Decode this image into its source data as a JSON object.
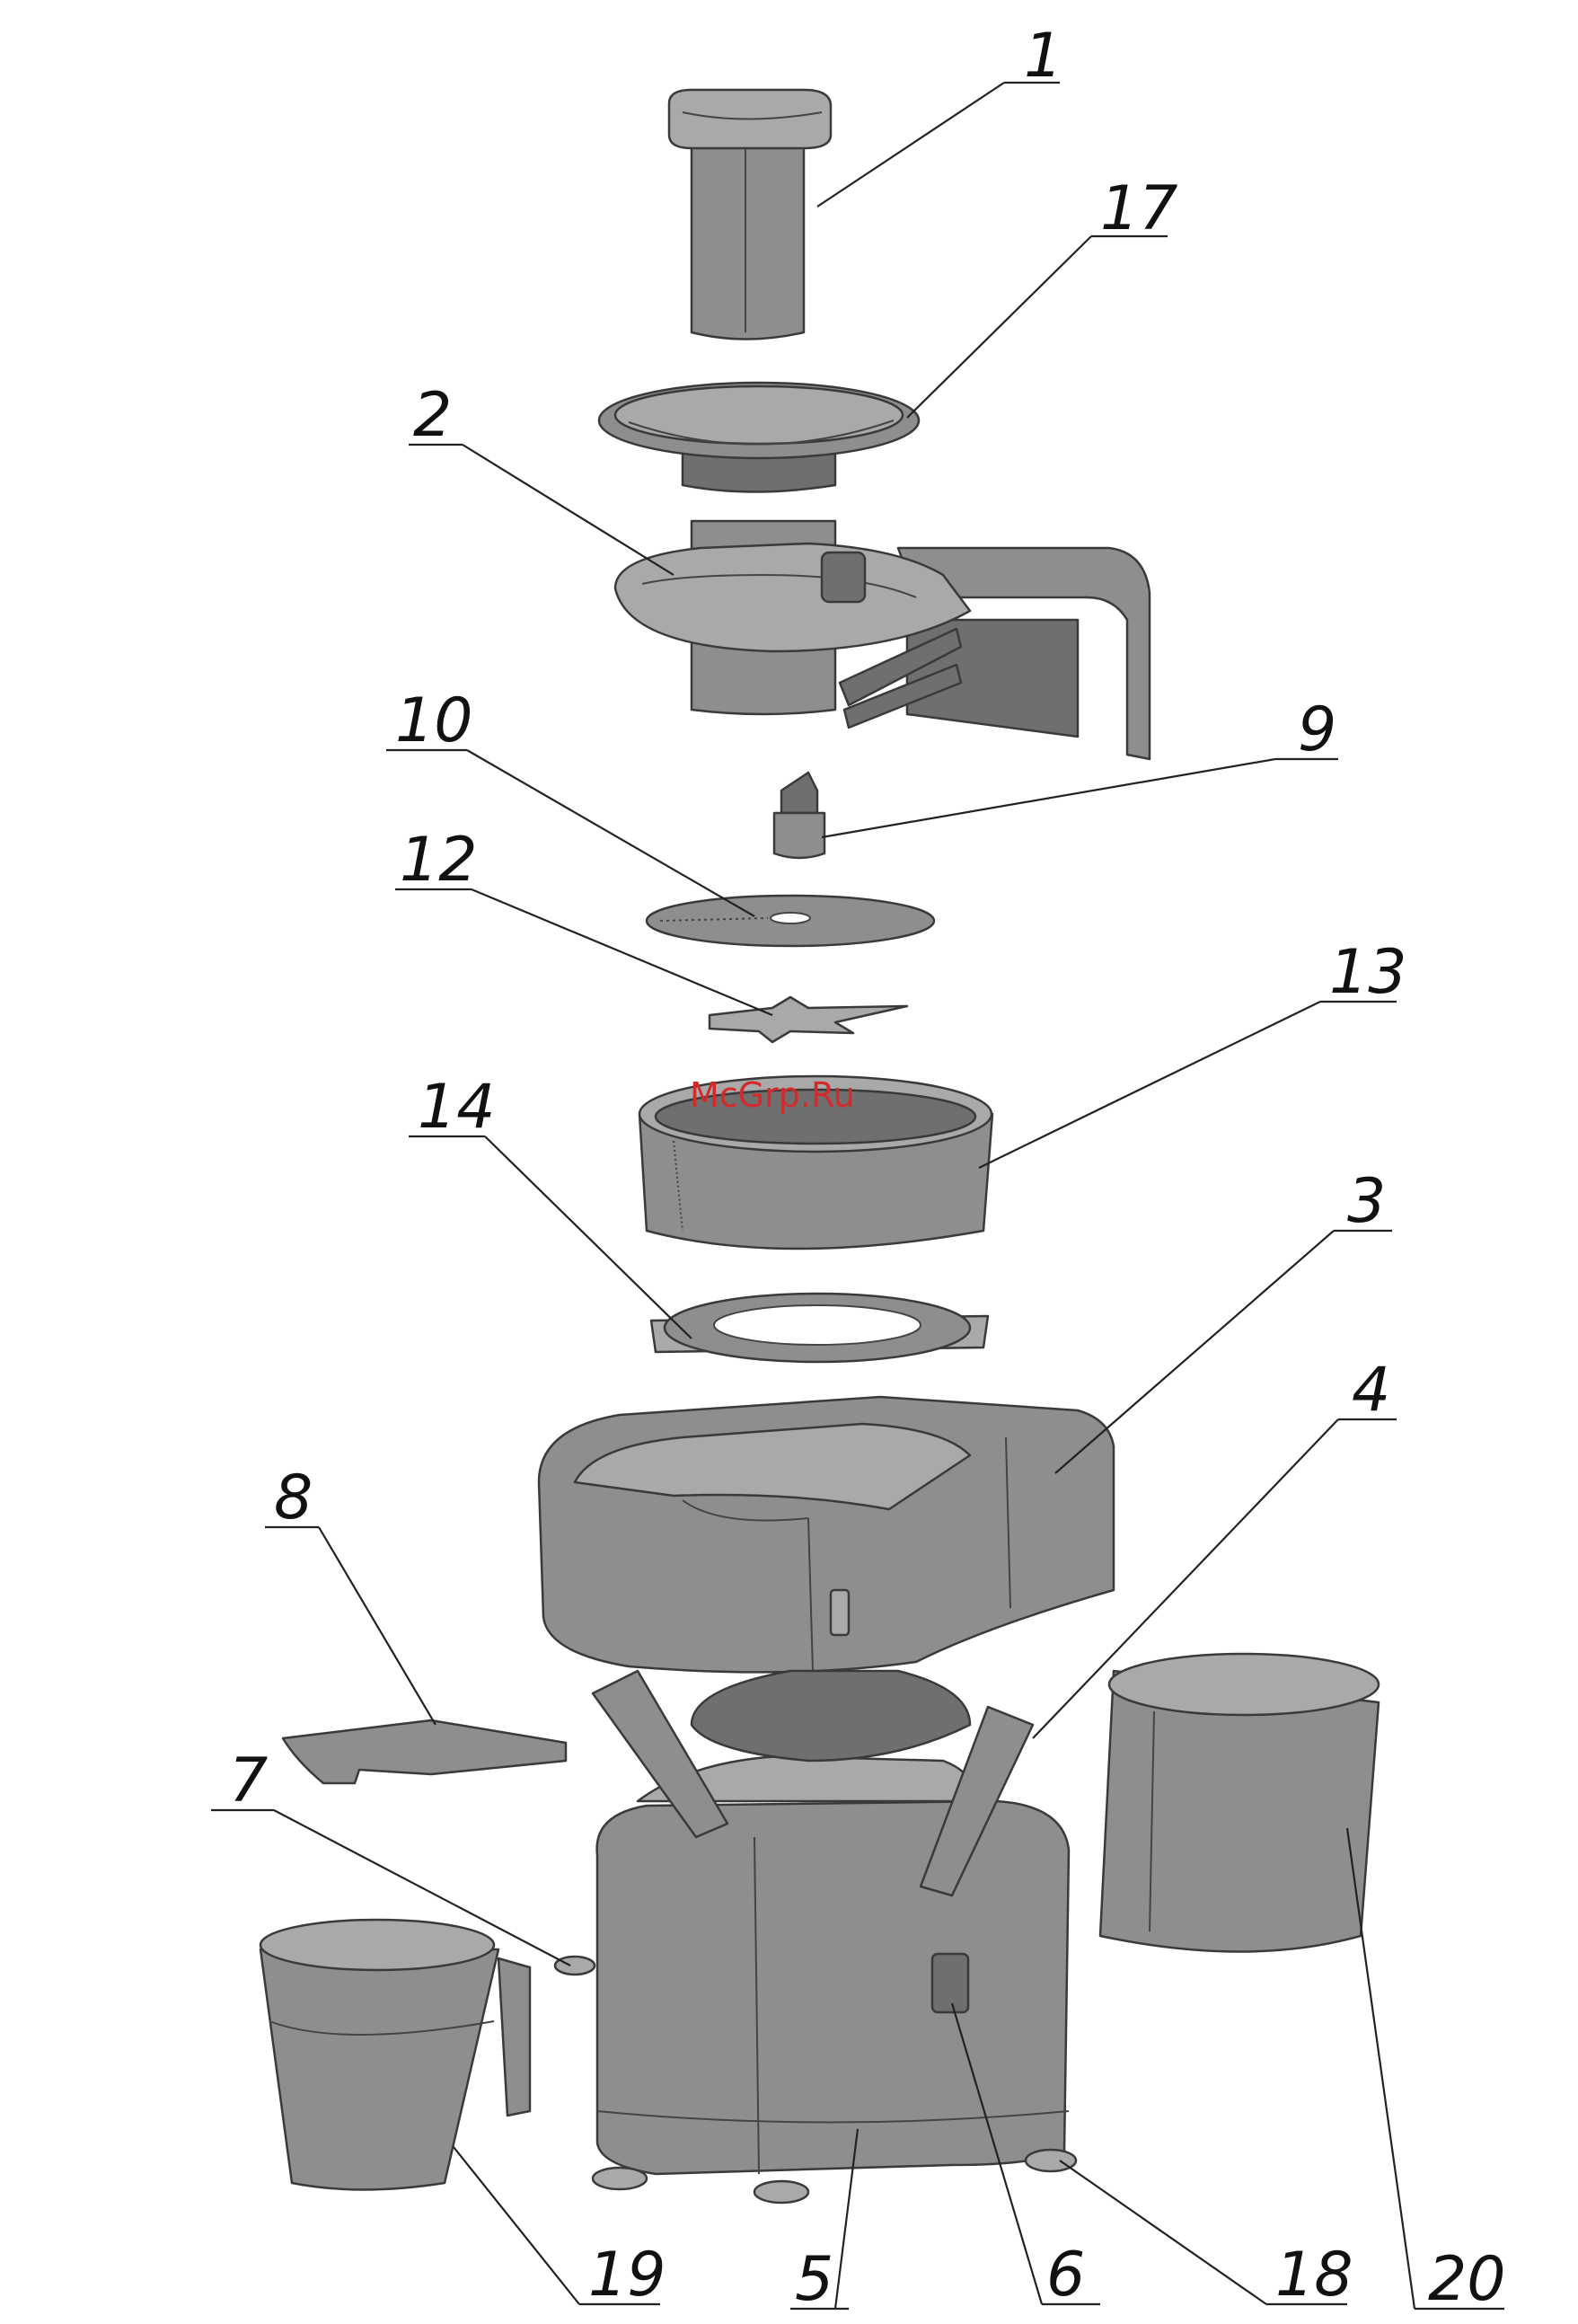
{
  "watermark": "McGrp.Ru",
  "callouts": [
    {
      "id": "1"
    },
    {
      "id": "17"
    },
    {
      "id": "2"
    },
    {
      "id": "10"
    },
    {
      "id": "9"
    },
    {
      "id": "12"
    },
    {
      "id": "13"
    },
    {
      "id": "14"
    },
    {
      "id": "3"
    },
    {
      "id": "4"
    },
    {
      "id": "8"
    },
    {
      "id": "7"
    },
    {
      "id": "19"
    },
    {
      "id": "5"
    },
    {
      "id": "6"
    },
    {
      "id": "18"
    },
    {
      "id": "20"
    }
  ],
  "colors": {
    "part": "#8e8e8e",
    "line": "#222222",
    "watermark": "#d42a2a"
  }
}
